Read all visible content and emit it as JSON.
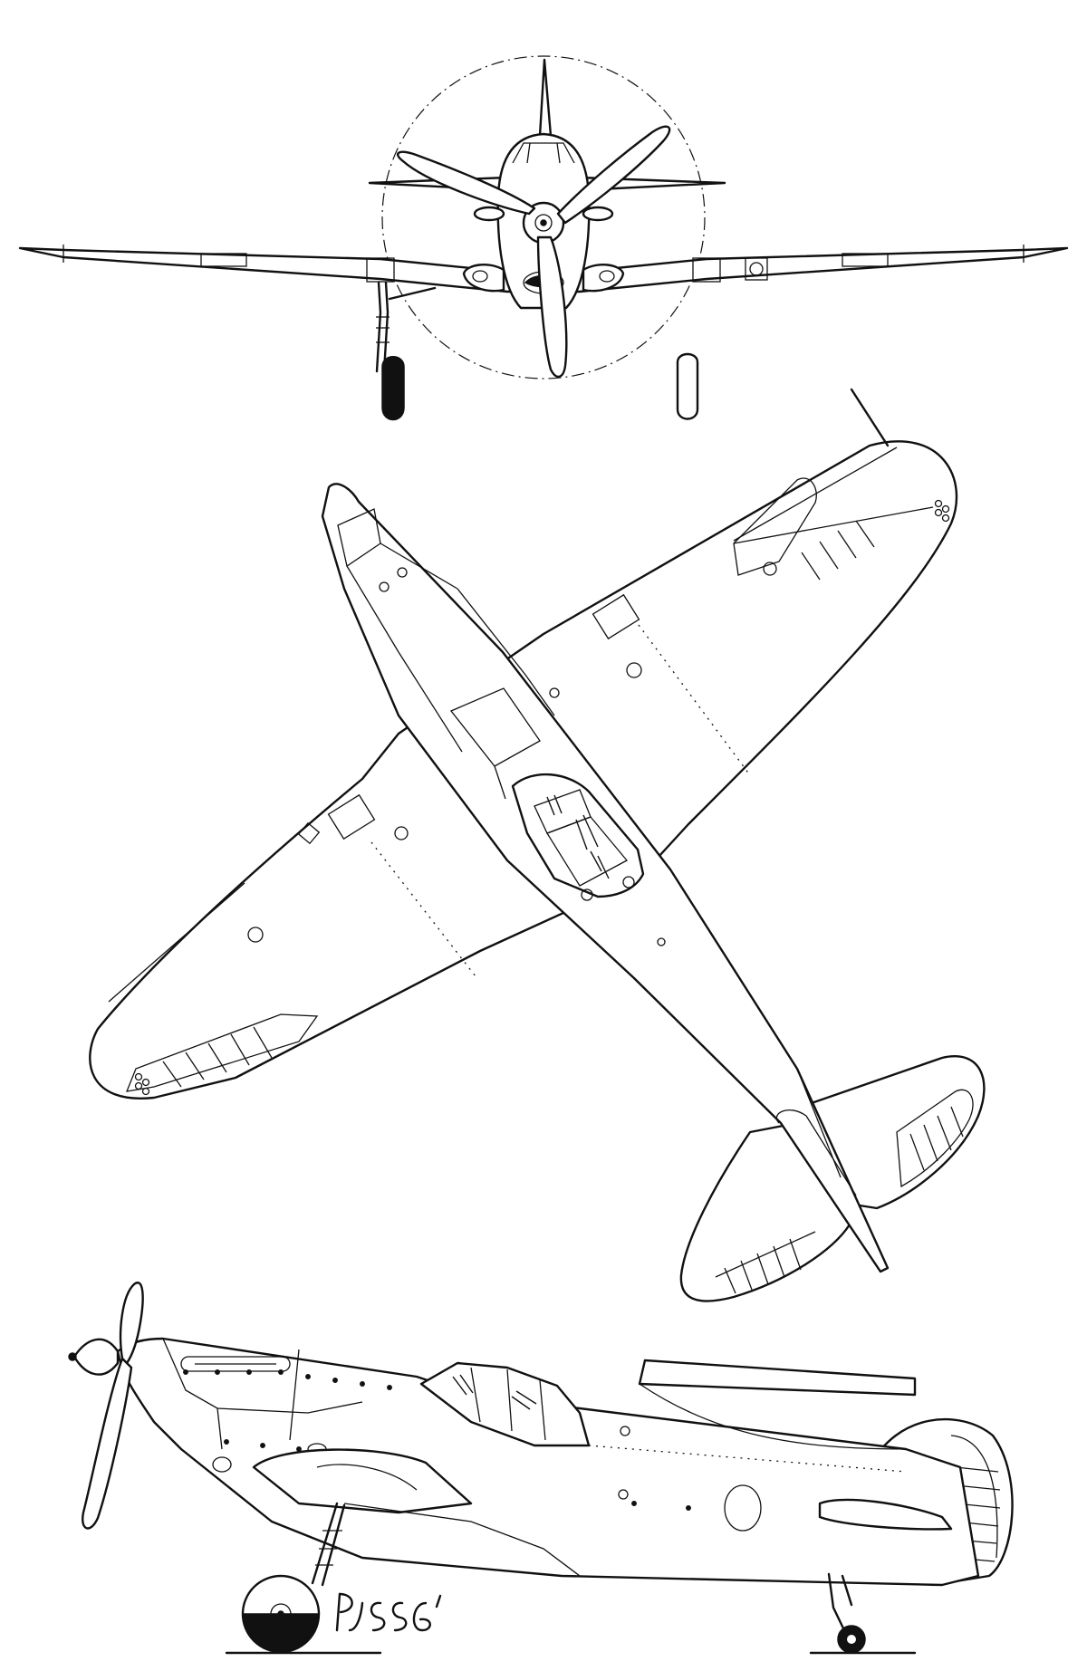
{
  "colors": {
    "ink": "#111111",
    "paper": "#ffffff"
  },
  "views": [
    {
      "id": "front",
      "label": ""
    },
    {
      "id": "plan",
      "label": ""
    },
    {
      "id": "side",
      "label": ""
    }
  ],
  "signature": {
    "text": "PJSS6'"
  }
}
